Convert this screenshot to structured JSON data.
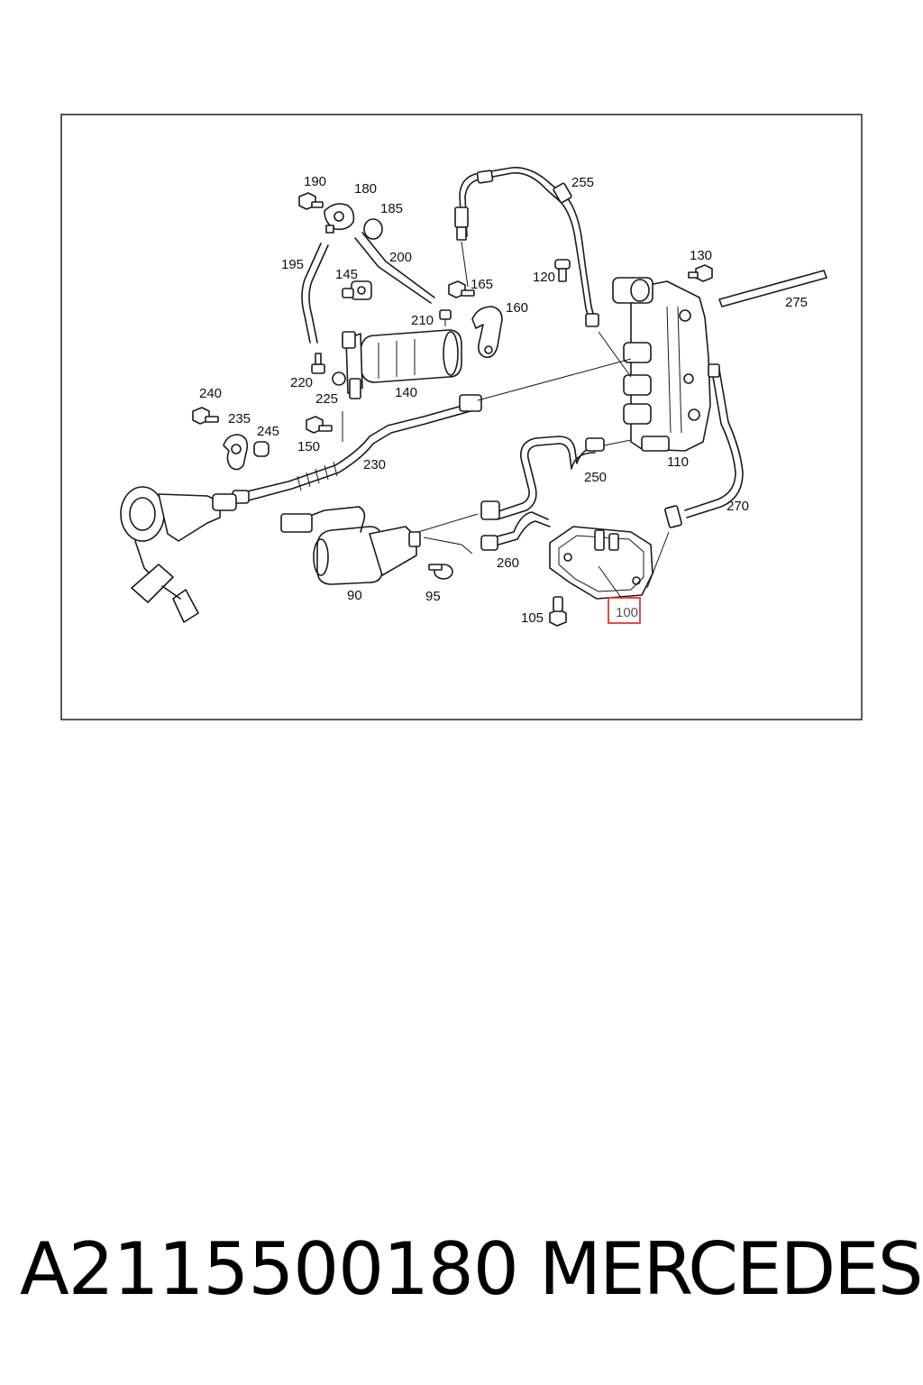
{
  "diagram": {
    "callouts": {
      "c190": "190",
      "c180": "180",
      "c185": "185",
      "c255": "255",
      "c195": "195",
      "c200": "200",
      "c145": "145",
      "c165": "165",
      "c120": "120",
      "c130": "130",
      "c275": "275",
      "c160": "160",
      "c210": "210",
      "c220": "220",
      "c225": "225",
      "c140": "140",
      "c240": "240",
      "c235": "235",
      "c245": "245",
      "c150": "150",
      "c230": "230",
      "c110": "110",
      "c250": "250",
      "c270": "270",
      "c260": "260",
      "c90": "90",
      "c95": "95",
      "c105": "105",
      "c100": "100"
    },
    "highlighted_callout": "100",
    "highlight_color": "#e53935"
  },
  "footer": {
    "part_number": "A2115500180",
    "brand": "MERCEDES"
  }
}
